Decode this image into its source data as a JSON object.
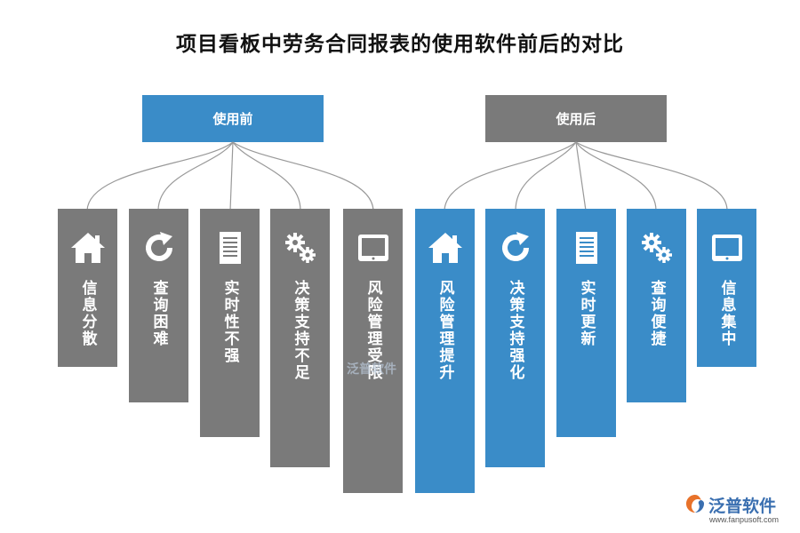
{
  "title": "项目看板中劳务合同报表的使用软件前后的对比",
  "before": {
    "label": "使用前",
    "items": [
      {
        "text": "信息分散",
        "icon": "home-icon"
      },
      {
        "text": "查询困难",
        "icon": "refresh-icon"
      },
      {
        "text": "实时性不强",
        "icon": "document-icon"
      },
      {
        "text": "决策支持不足",
        "icon": "gears-icon"
      },
      {
        "text": "风险管理受限",
        "icon": "tablet-icon"
      }
    ]
  },
  "after": {
    "label": "使用后",
    "items": [
      {
        "text": "风险管理提升",
        "icon": "home-icon"
      },
      {
        "text": "决策支持强化",
        "icon": "refresh-icon"
      },
      {
        "text": "实时更新",
        "icon": "document-icon"
      },
      {
        "text": "查询便捷",
        "icon": "gears-icon"
      },
      {
        "text": "信息集中",
        "icon": "tablet-icon"
      }
    ]
  },
  "watermark": "泛普软件",
  "logo": {
    "brand": "泛普软件",
    "site": "www.fanpusoft.com"
  },
  "colors": {
    "blue": "#3a8cc8",
    "gray": "#7a7a7a"
  }
}
